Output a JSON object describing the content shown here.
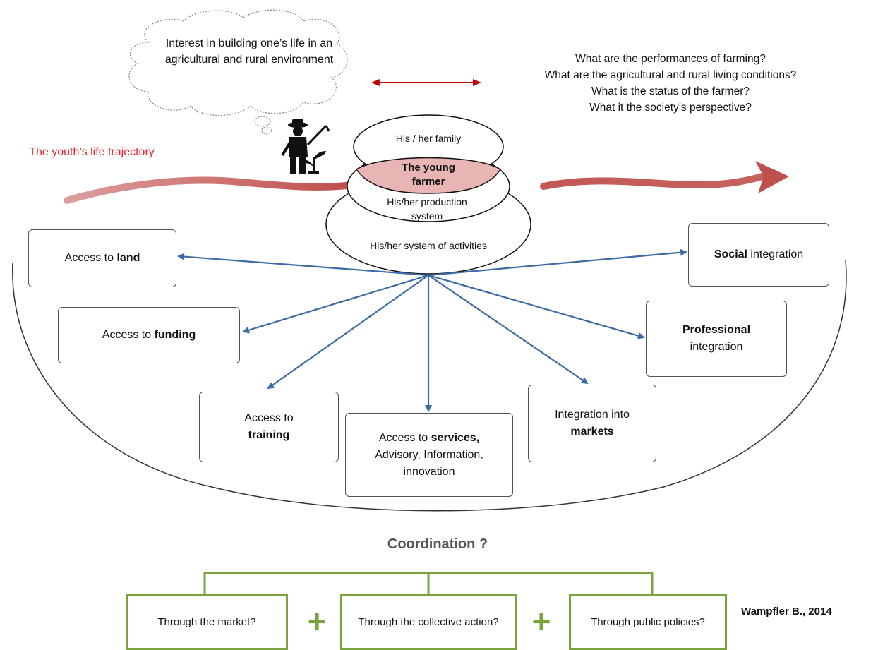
{
  "cloud_text": "Interest in building one’s life in an agricultural and rural environment",
  "questions": [
    "What are the performances of farming?",
    "What are the agricultural and rural living conditions?",
    "What is the status of the farmer?",
    "What it the society’s perspective?"
  ],
  "youth_label": "The youth’s life trajectory",
  "ellipses": {
    "family": "His / her family",
    "young_farmer": "The young farmer",
    "production_system": "His/her production system",
    "system_of_activities": "His/her system of activities"
  },
  "access_boxes": {
    "land": {
      "prefix": "Access to ",
      "bold": "land"
    },
    "funding": {
      "prefix": "Access to ",
      "bold": "funding"
    },
    "training": {
      "prefix": "Access to",
      "bold": "training"
    },
    "services": {
      "prefix": "Access to ",
      "bold": "services,",
      "suffix": "Advisory, Information, innovation"
    },
    "markets": {
      "prefix": "Integration into",
      "bold": "markets"
    },
    "professional": {
      "bold": "Professional",
      "suffix": "integration"
    },
    "social": {
      "bold": "Social",
      "suffix": " integration"
    }
  },
  "coordination_label": "Coordination ?",
  "coordination_options": [
    "Through the market?",
    "Through the collective action?",
    "Through public policies?"
  ],
  "plus_sign": "+",
  "credit": "Wampfler B., 2014",
  "colors": {
    "arrow_blue": "#3c6aa5",
    "trajectory_red": "#c0504d",
    "double_arrow_red": "#c00000",
    "youth_text_red": "#e8202a",
    "young_farmer_fill": "#e8b4b4",
    "coordination_green": "#7ba33d"
  },
  "icons": [
    "farmer-with-hoe-icon",
    "plant-sprout-icon"
  ]
}
